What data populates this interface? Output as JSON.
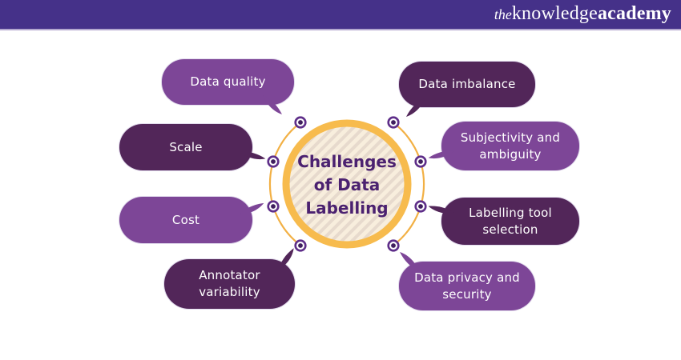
{
  "header": {
    "logo_the": "the",
    "logo_knowledge": "knowledge",
    "logo_academy": "academy"
  },
  "center": {
    "title": "Challenges of Data Labelling",
    "title_lines": [
      "Challenges",
      "of Data",
      "Labelling"
    ]
  },
  "bubbles": [
    {
      "label": "Data quality",
      "tone": "medium",
      "side": "left"
    },
    {
      "label": "Scale",
      "tone": "dark",
      "side": "left"
    },
    {
      "label": "Cost",
      "tone": "medium",
      "side": "left"
    },
    {
      "label": "Annotator variability",
      "tone": "dark",
      "side": "left"
    },
    {
      "label": "Data imbalance",
      "tone": "dark",
      "side": "right"
    },
    {
      "label": "Subjectivity and ambiguity",
      "tone": "medium",
      "side": "right"
    },
    {
      "label": "Labelling tool selection",
      "tone": "dark",
      "side": "right"
    },
    {
      "label": "Data privacy and security",
      "tone": "medium",
      "side": "right"
    }
  ],
  "colors": {
    "banner": "#453189",
    "banner_underline": "#b3a7cf",
    "bubble_medium": "#7d4697",
    "bubble_dark": "#522659",
    "bubble_text": "#ffffff",
    "ring_yellow": "#f7bb4d",
    "arc_yellow": "#f2b044",
    "dot_ring": "#5e2e89",
    "dot_center": "#3f1e5e",
    "center_text": "#4b2170",
    "stripe_bg": "#f8eedd",
    "stripe_line": "#e7dacd"
  }
}
